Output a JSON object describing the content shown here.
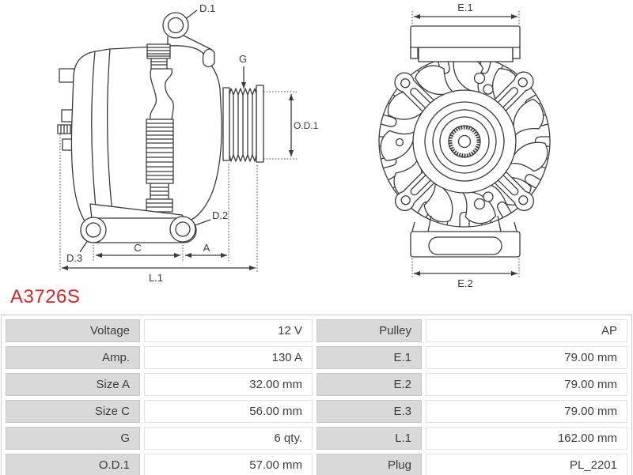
{
  "part_header": {
    "part_number": "A3726S",
    "color": "#cb2a28"
  },
  "side_view": {
    "labels": {
      "d1": "D.1",
      "g": "G",
      "od1": "O.D.1",
      "d2": "D.2",
      "d3": "D.3",
      "c": "C",
      "a": "A",
      "l1": "L.1"
    }
  },
  "front_view": {
    "labels": {
      "e1": "E.1",
      "e2": "E.2"
    }
  },
  "drawing_style": {
    "line_color": "#3a3a3a"
  },
  "spec_table": {
    "rows": [
      {
        "l_label": "Voltage",
        "l_value": "12 V",
        "r_label": "Pulley",
        "r_value": "AP"
      },
      {
        "l_label": "Amp.",
        "l_value": "130 A",
        "r_label": "E.1",
        "r_value": "79.00 mm"
      },
      {
        "l_label": "Size A",
        "l_value": "32.00 mm",
        "r_label": "E.2",
        "r_value": "79.00 mm"
      },
      {
        "l_label": "Size C",
        "l_value": "56.00 mm",
        "r_label": "E.3",
        "r_value": "79.00 mm"
      },
      {
        "l_label": "G",
        "l_value": "6 qty.",
        "r_label": "L.1",
        "r_value": "162.00 mm"
      },
      {
        "l_label": "O.D.1",
        "l_value": "57.00 mm",
        "r_label": "Plug",
        "r_value": "PL_2201"
      }
    ],
    "colors": {
      "label_bg": "#d9d9d9",
      "label_border": "#c6c6c6",
      "value_border": "#e2e2e2",
      "table_border": "#cccccc",
      "text": "#3c3c3c"
    }
  }
}
